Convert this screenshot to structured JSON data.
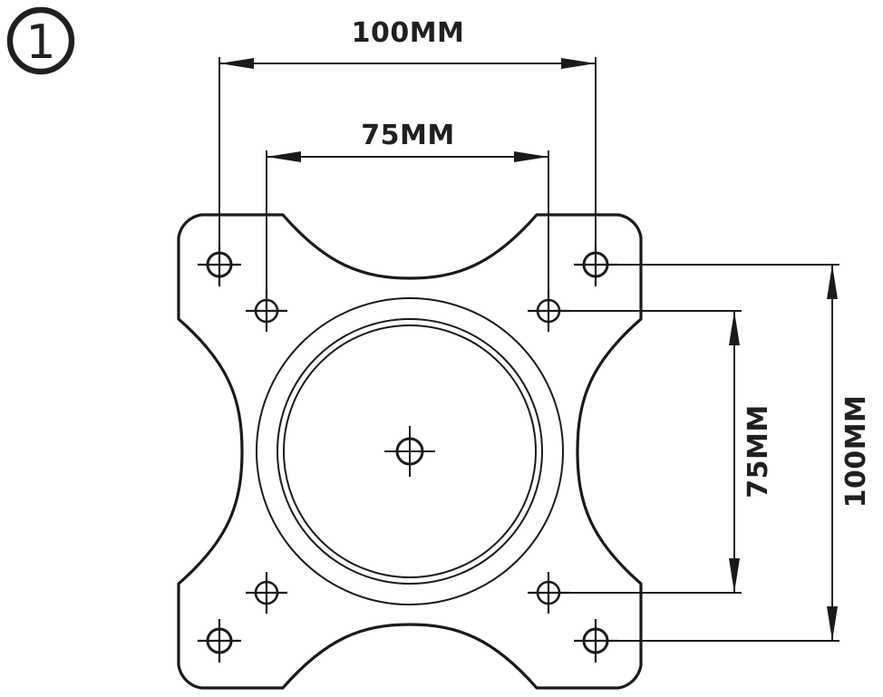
{
  "drawing": {
    "step_badge": {
      "label": "1",
      "icon": "numbered-step-circle"
    },
    "title": "VESA mounting plate dimension drawing",
    "units": "MM",
    "stroke_color": "#1a1a1a",
    "background_color": "#ffffff",
    "dimensions": {
      "top_outer": {
        "label": "100MM",
        "value": 100,
        "unit": "MM",
        "orientation": "horizontal",
        "arrows": "outward"
      },
      "top_inner": {
        "label": "75MM",
        "value": 75,
        "unit": "MM",
        "orientation": "horizontal",
        "arrows": "outward"
      },
      "right_outer": {
        "label": "100MM",
        "value": 100,
        "unit": "MM",
        "orientation": "vertical-rotated",
        "arrows": "inward"
      },
      "right_inner": {
        "label": "75MM",
        "value": 75,
        "unit": "MM",
        "orientation": "vertical-rotated",
        "arrows": "inward"
      }
    },
    "features": {
      "plate": "rounded-square-with-concave-edges",
      "hub_circles": 3,
      "center_hole": 1,
      "mounting_holes_100mm": 4,
      "mounting_holes_75mm": 4
    }
  }
}
